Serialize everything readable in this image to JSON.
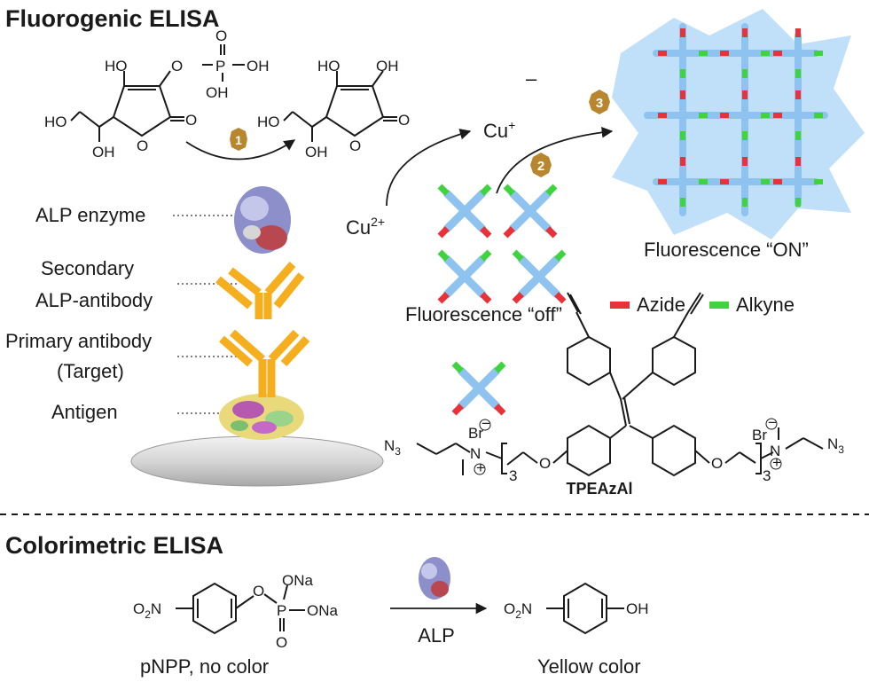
{
  "titles": {
    "fluorogenic": "Fluorogenic ELISA",
    "colorimetric": "Colorimetric ELISA"
  },
  "steps": {
    "s1": "1",
    "s2": "2",
    "s3": "3"
  },
  "ions": {
    "cu_plus": "Cu",
    "cu_plus_charge": "+",
    "cu2_plus": "Cu",
    "cu2_plus_charge": "2+",
    "minus_mark": "–"
  },
  "elisa_labels": {
    "alp_enzyme": "ALP enzyme",
    "secondary_1": "Secondary",
    "secondary_2": "ALP-antibody",
    "primary_1": "Primary antibody",
    "primary_2": "(Target)",
    "antigen": "Antigen"
  },
  "fluorescence": {
    "on": "Fluorescence “ON”",
    "off": "Fluorescence “off”"
  },
  "legend": {
    "azide": "Azide",
    "alkyne": "Alkyne"
  },
  "colors": {
    "azide": "#e8323a",
    "alkyne": "#3fd43f",
    "core": "#8ec3ef",
    "gold": "#b8862e",
    "antibody": "#f5ae1e"
  },
  "molecule": {
    "name": "TPEAzAl",
    "n3_left": "N",
    "n3_left_sub": "3",
    "n3_right": "N",
    "n3_right_sub": "3",
    "br": "Br",
    "n_plus": "N",
    "o": "O",
    "sub3": "3",
    "plus": "+",
    "minus": "−"
  },
  "chem": {
    "ho": "HO",
    "oh": "OH",
    "o": "O",
    "p": "P",
    "ona": "ONa",
    "o2n": "O",
    "o2n_sub": "2",
    "n": "N"
  },
  "colorimetric": {
    "substrate": "pNPP, no color",
    "enzyme": "ALP",
    "product": "Yellow color"
  }
}
